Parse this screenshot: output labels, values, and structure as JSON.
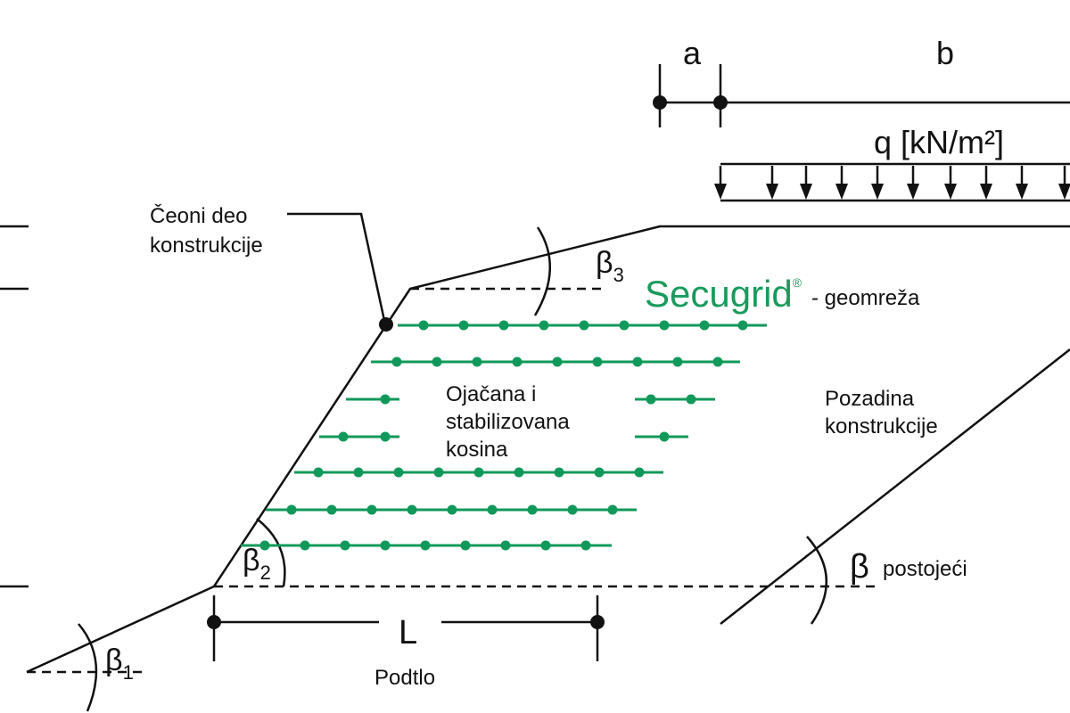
{
  "colors": {
    "line": "#111111",
    "geogrid": "#10995a",
    "brand": "#1a9a5c"
  },
  "labels": {
    "a": "a",
    "b": "b",
    "load": "q [kN/m²]",
    "face_line1": "Čeoni deo",
    "face_line2": "konstrukcije",
    "beta_symbol": "β",
    "beta3_sub": "3",
    "beta2_sub": "2",
    "beta1_sub": "1",
    "brand_name": "Secugrid",
    "brand_mark": "®",
    "geogrid_suffix": "- geomreža",
    "reinforced_line1": "Ojačana i",
    "reinforced_line2": "stabilizovana",
    "reinforced_line3": "kosina",
    "backfill_line1": "Pozadina",
    "backfill_line2": "konstrukcije",
    "beta_existing": "postojeći",
    "length_L": "L",
    "subsoil": "Podtlo"
  }
}
